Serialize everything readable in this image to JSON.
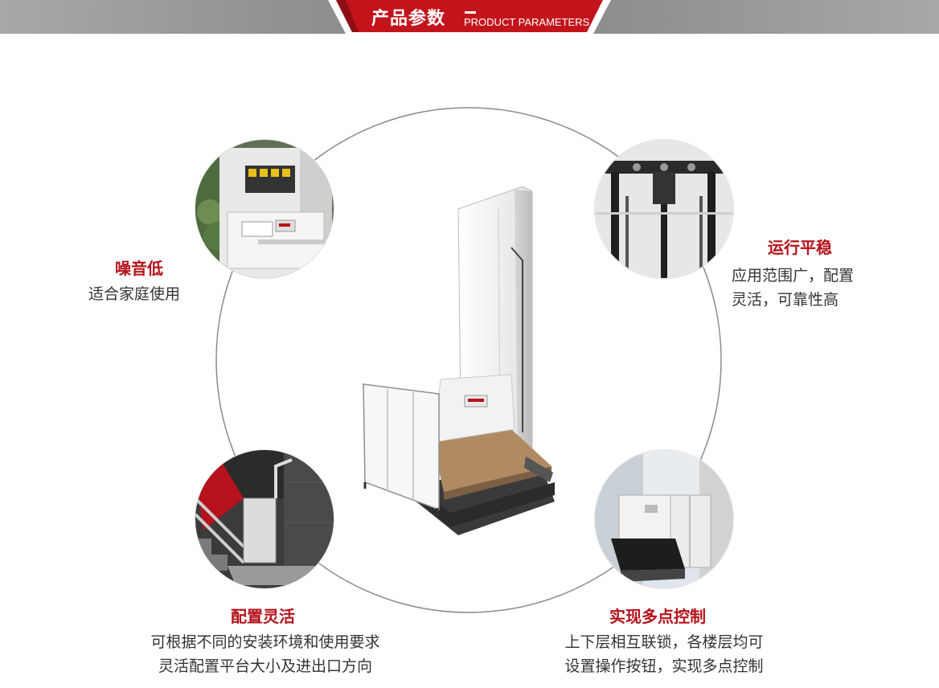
{
  "header": {
    "title": "产品参数",
    "subtitle": "PRODUCT PARAMETERS"
  },
  "colors": {
    "accent": "#b5121b",
    "banner_gray": "#9a9a9a",
    "text": "#333333",
    "ring": "#8a8a8a"
  },
  "features": [
    {
      "title": "噪音低",
      "lines": [
        "适合家庭使用"
      ]
    },
    {
      "title": "运行平稳",
      "lines": [
        "应用范围广，配置",
        "灵活，可靠性高"
      ]
    },
    {
      "title": "配置灵活",
      "lines": [
        "可根据不同的安装环境和使用要求",
        "灵活配置平台大小及进出口方向"
      ]
    },
    {
      "title": "实现多点控制",
      "lines": [
        "上下层相互联锁，各楼层均可",
        "设置操作按钮，实现多点控制"
      ]
    }
  ]
}
